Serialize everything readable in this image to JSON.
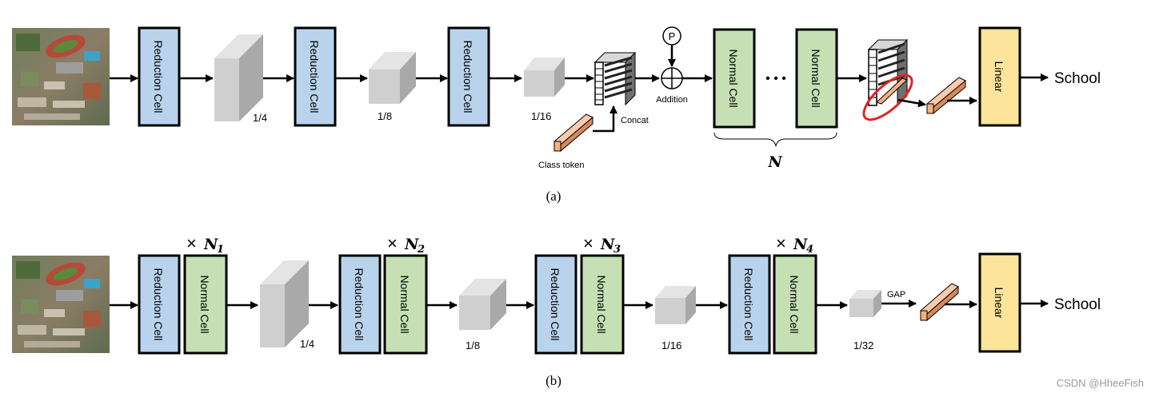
{
  "labels": {
    "reduction_cell": "Reduction Cell",
    "normal_cell": "Normal Cell",
    "linear": "Linear",
    "output_class": "School",
    "scale_4": "1/4",
    "scale_8": "1/8",
    "scale_16": "1/16",
    "scale_32": "1/32",
    "concat": "Concat",
    "class_token": "Class token",
    "addition": "Addition",
    "positional_symbol": "P",
    "ellipsis": "• • •",
    "n_symbol": "N",
    "gap": "GAP",
    "times": "×",
    "sub1": "1",
    "sub2": "2",
    "sub3": "3",
    "sub4": "4"
  },
  "captions": {
    "a": "(a)",
    "b": "(b)"
  },
  "watermark": "CSDN @HheeFish",
  "colors": {
    "reduction_fill": "#b9d3ec",
    "normal_fill": "#c6e0b4",
    "linear_fill": "#fde49b",
    "token_fill": "#f4b183",
    "highlight": "#e32222",
    "feature_front": "#cfcfcf",
    "feature_top": "#e4e4e4",
    "feature_side": "#a9a9a9"
  }
}
